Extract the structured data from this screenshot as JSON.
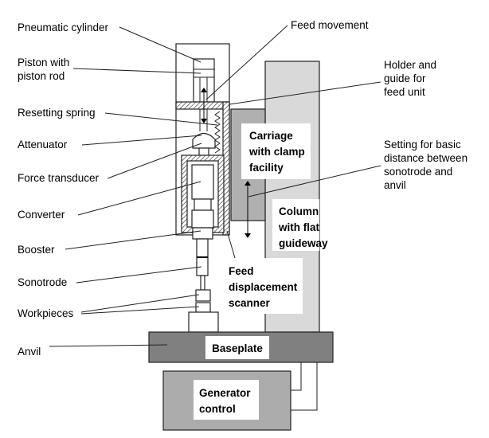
{
  "colors": {
    "column": "#d9d9d9",
    "carriage": "#b0b0b0",
    "baseplate": "#808080",
    "generator": "#acacac",
    "label_box": "#ffffff"
  },
  "labels": {
    "pneumatic_cylinder": "Pneumatic cylinder",
    "piston_1": "Piston with",
    "piston_2": "piston rod",
    "resetting_spring": "Resetting spring",
    "attenuator": "Attenuator",
    "force_transducer": "Force transducer",
    "converter": "Converter",
    "booster": "Booster",
    "sonotrode": "Sonotrode",
    "workpieces": "Workpieces",
    "anvil": "Anvil",
    "feed_movement": "Feed movement",
    "holder_1": "Holder and",
    "holder_2": "guide for",
    "holder_3": "feed unit",
    "carriage_1": "Carriage",
    "carriage_2": "with clamp",
    "carriage_3": "facility",
    "setting_1": "Setting for basic",
    "setting_2": "distance between",
    "setting_3": "sonotrode and",
    "setting_4": "anvil",
    "column_1": "Column",
    "column_2": "with flat",
    "column_3": "guideway",
    "scanner_1": "Feed",
    "scanner_2": "displacement",
    "scanner_3": "scanner",
    "baseplate": "Baseplate",
    "generator_1": "Generator",
    "generator_2": "control"
  }
}
